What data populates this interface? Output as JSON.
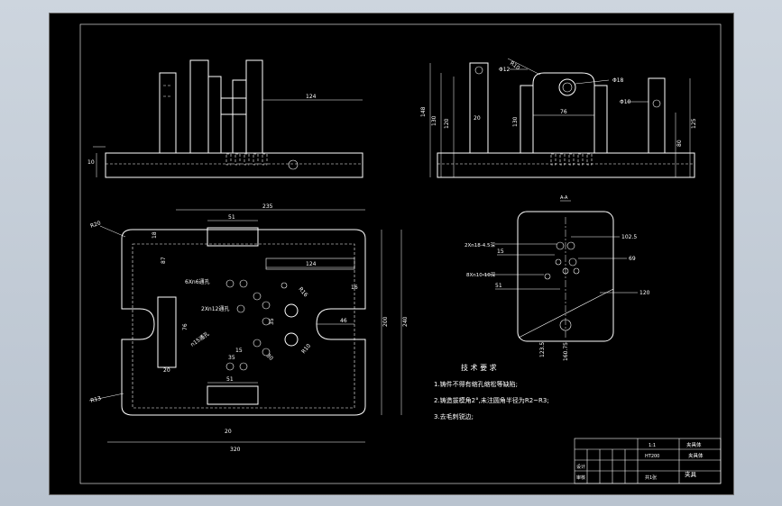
{
  "dims": {
    "front": {
      "d124": "124",
      "d10": "10"
    },
    "side": {
      "d148": "148",
      "d130": "130",
      "d120": "120",
      "d20": "20",
      "d130b": "130",
      "d76": "76",
      "r10": "R10",
      "phi12": "Φ12",
      "phi18": "Φ18",
      "phi10": "Φ10",
      "d125": "125",
      "d80": "80"
    },
    "plan": {
      "d235": "235",
      "d51": "51",
      "r20": "R20",
      "d18": "18",
      "d87": "87",
      "d124": "124",
      "d16": "16",
      "d76": "76",
      "d20": "20",
      "d46": "46",
      "d200": "200",
      "d240": "240",
      "d35": "35",
      "d35b": "35",
      "d51b": "51",
      "d20b": "20",
      "r13": "R13",
      "d320": "320",
      "r16": "R16",
      "r10": "R10",
      "d15": "15",
      "d30": "30"
    },
    "detail": {
      "d102_5": "102.5",
      "d15": "15",
      "d69": "69",
      "d51": "51",
      "d120": "120",
      "d123_5": "123.5",
      "d160_75": "160.75",
      "section": "A-A"
    }
  },
  "notes": {
    "hole6": "6Xn6通孔",
    "hole2": "2Xn12通孔",
    "holeN": "n15通孔",
    "hole_a": "2Xn18-4.5深",
    "hole_b": "8Xn10-10深",
    "tech_title": "技 术 要 求",
    "tech_1": "1.铸件不得有缩孔缩松等缺陷;",
    "tech_2": "2.铸造拔模角2°,未注圆角半径为R2~R3;",
    "tech_3": "3.去毛刺锐边;"
  },
  "title_block": {
    "scale": "1:1",
    "name": "夹具体",
    "material": "HT200",
    "designer": "设计",
    "checker": "审核",
    "sheet": "共1张",
    "drawing_no": "夹具",
    "company": "夹具体"
  }
}
